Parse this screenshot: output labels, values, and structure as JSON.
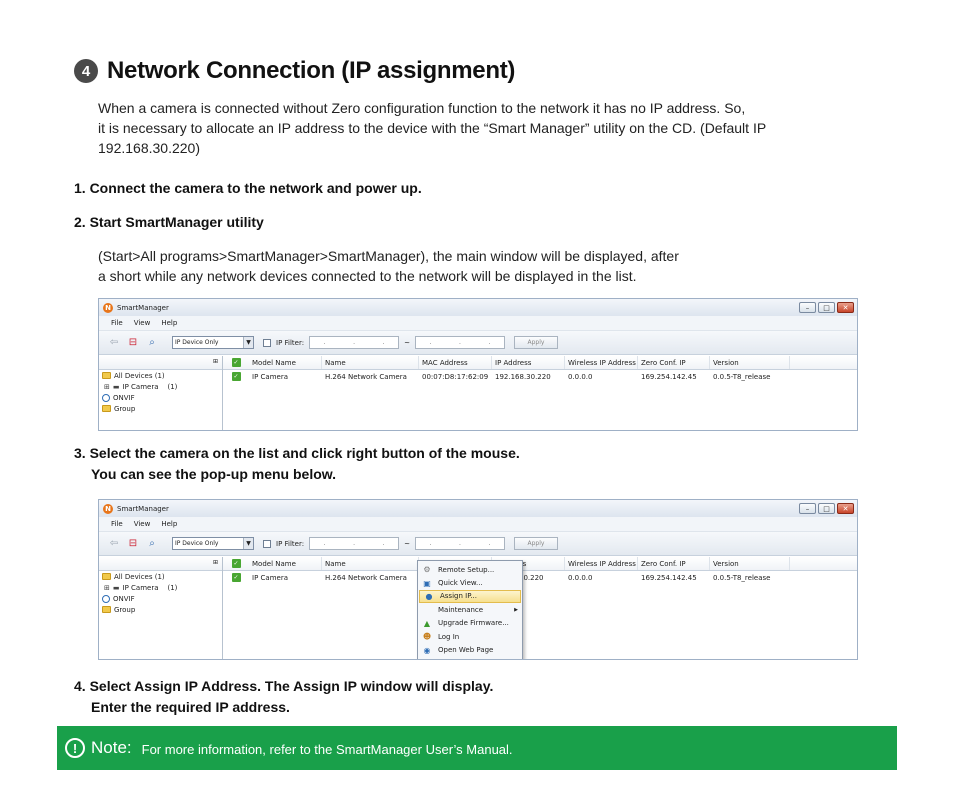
{
  "header": {
    "step_number": "4",
    "title": "Network Connection (IP assignment)"
  },
  "intro": {
    "line1": "When a camera is connected without Zero configuration function to the network it has no IP address. So,",
    "line2": "it is necessary to allocate an IP address to the device with the “Smart Manager” utility on the CD. (Default IP",
    "line3": "192.168.30.220)"
  },
  "steps": {
    "s1": "1. Connect the camera to the network and power up.",
    "s2": "2. Start SmartManager utility",
    "s2_para_line1": "(Start>All programs>SmartManager>SmartManager), the main window will be displayed, after",
    "s2_para_line2": "a short while any network devices connected to the network will be displayed in the list.",
    "s3_line1": "3. Select the camera on the list and click right button of the mouse.",
    "s3_line2": "You can see the pop-up menu below.",
    "s4_line1": "4. Select Assign IP Address. The Assign IP window will display.",
    "s4_line2": "Enter the required  IP address."
  },
  "window": {
    "title": "SmartManager",
    "app_icon_letter": "N",
    "min_glyph": "–",
    "max_glyph": "□",
    "close_glyph": "✕",
    "menu": [
      "File",
      "View",
      "Help"
    ],
    "filter_select": "IP Device Only",
    "ip_filter_label": "IP Filter:",
    "ip_dots": ".",
    "ip_separator": "~",
    "apply_label": "Apply",
    "columns": [
      "Model Name",
      "Name",
      "MAC Address",
      "IP Address",
      "Wireless IP Address",
      "Zero Conf. IP",
      "Version"
    ],
    "columns_partial": [
      "Model Name",
      "Name",
      "",
      "ss",
      "Wireless IP Address",
      "Zero Conf. IP",
      "Version"
    ],
    "row": [
      "IP Camera",
      "H.264 Network Camera",
      "00:07:D8:17:62:09",
      "192.168.30.220",
      "0.0.0.0",
      "169.254.142.45",
      "0.0.5-T8_release"
    ],
    "row_partial": [
      "IP Camera",
      "H.264 Network Camera",
      "",
      "30.220",
      "0.0.0.0",
      "169.254.142.45",
      "0.0.5-T8_release"
    ],
    "tree": {
      "all_devices": "All Devices (1)",
      "ip_camera": "IP Camera",
      "ip_camera_count": "(1)",
      "onvif": "ONVIF",
      "group": "Group"
    }
  },
  "context_menu": {
    "items": [
      {
        "label": "Remote Setup...",
        "icon": "gear-icon"
      },
      {
        "label": "Quick View...",
        "icon": "monitor-icon"
      },
      {
        "label": "Assign IP...",
        "icon": "globe-icon"
      },
      {
        "label": "Maintenance",
        "icon": "none"
      },
      {
        "label": "Upgrade Firmware...",
        "icon": "upgrade-icon"
      },
      {
        "label": "Log In",
        "icon": "user-icon"
      },
      {
        "label": "Open Web Page",
        "icon": "web-icon"
      }
    ],
    "highlighted": "Assign IP..."
  },
  "note": {
    "icon_glyph": "!",
    "label": "Note:",
    "text": "For more information, refer to the SmartManager User’s Manual."
  },
  "colors": {
    "note_bg": "#19a04a",
    "step_circle": "#4a4a4a"
  }
}
